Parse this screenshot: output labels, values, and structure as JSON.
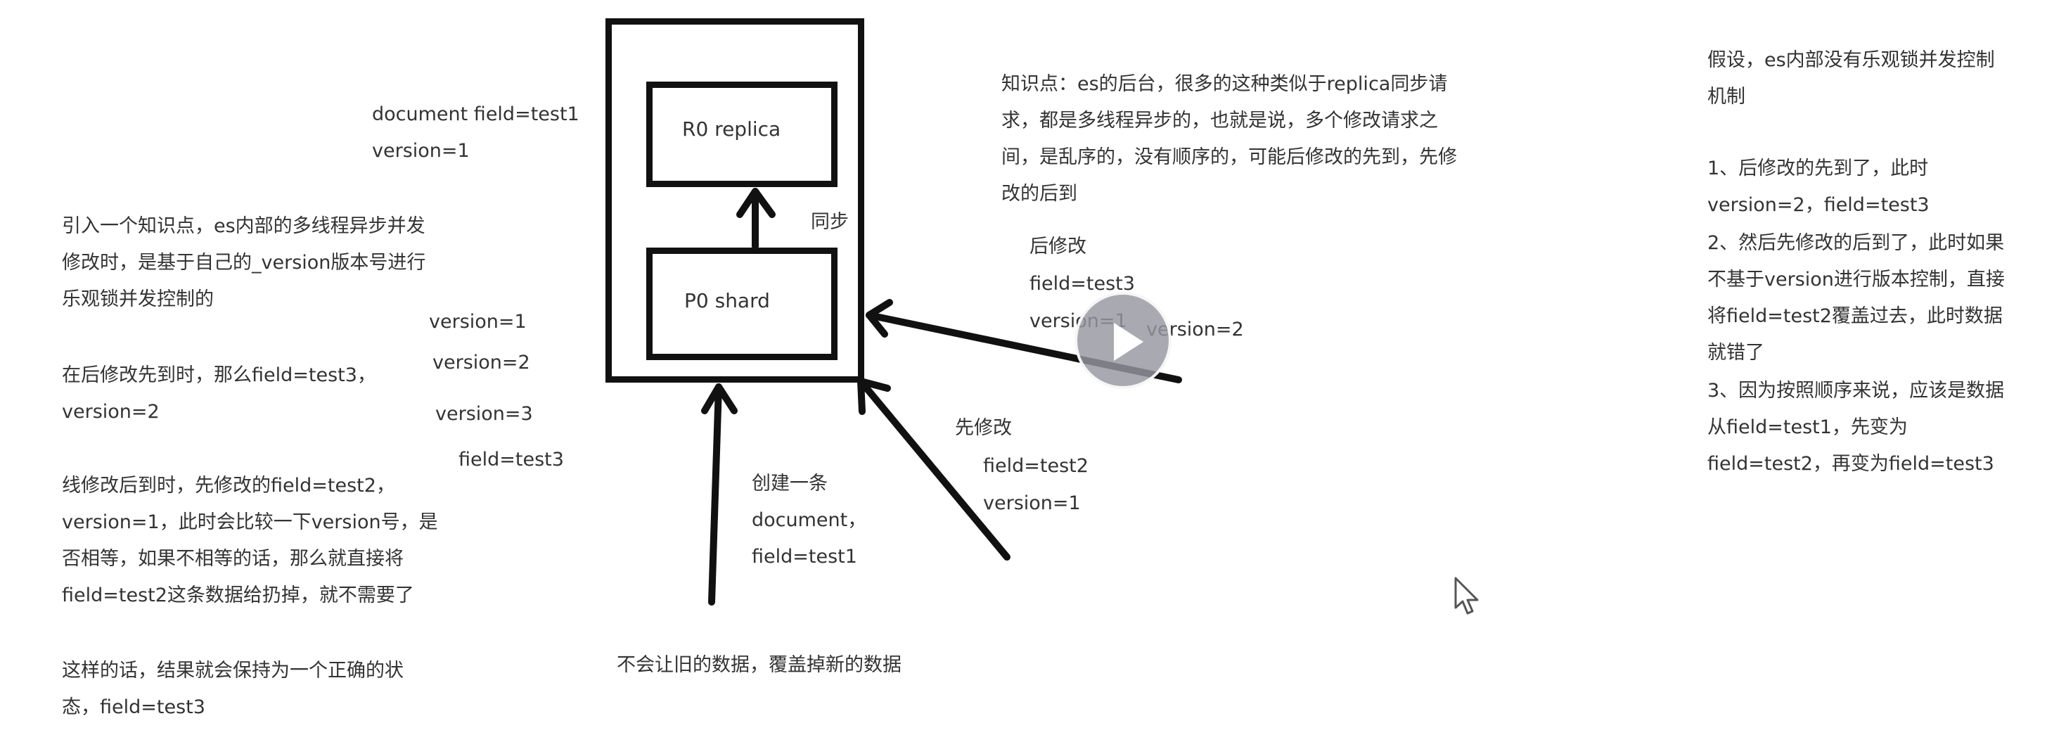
{
  "diagram": {
    "outer_node": {
      "name": "outer-node"
    },
    "replica": {
      "label": "R0 replica"
    },
    "shard": {
      "label": "P0 shard"
    },
    "sync_label": "同步"
  },
  "doc_label": {
    "line1": "document field=test1",
    "line2": "version=1"
  },
  "version_stack": [
    "version=1",
    "version=2",
    "version=3",
    "field=test3"
  ],
  "left_notes": {
    "intro": [
      "引入一个知识点，es内部的多线程异步并发",
      "修改时，是基于自己的_version版本号进行",
      "乐观锁并发控制的"
    ],
    "later_first": [
      "在后修改先到时，那么field=test3，",
      "version=2"
    ],
    "earlier_later": [
      "线修改后到时，先修改的field=test2，",
      "version=1，此时会比较一下version号，是",
      "否相等，如果不相等的话，那么就直接将",
      "field=test2这条数据给扔掉，就不需要了"
    ],
    "result": [
      "这样的话，结果就会保持为一个正确的状",
      "态，field=test3"
    ]
  },
  "create_note": [
    "创建一条",
    "document，",
    "field=test1"
  ],
  "bottom_note": "不会让旧的数据，覆盖掉新的数据",
  "first_modify": [
    "先修改",
    "field=test2",
    "version=1"
  ],
  "later_modify": [
    "后修改",
    "field=test3",
    "version=1",
    "version=2"
  ],
  "knowledge_note": [
    "知识点：es的后台，很多的这种类似于replica同步请",
    "求，都是多线程异步的，也就是说，多个修改请求之",
    "间，是乱序的，没有顺序的，可能后修改的先到，先修",
    "改的后到"
  ],
  "right_notes": {
    "assume": [
      "假设，es内部没有乐观锁并发控制",
      "机制"
    ],
    "point1": [
      "1、后修改的先到了，此时",
      "version=2，field=test3"
    ],
    "point2": [
      "2、然后先修改的后到了，此时如果",
      "不基于version进行版本控制，直接",
      "将field=test2覆盖过去，此时数据",
      "就错了"
    ],
    "point3": [
      "3、因为按照顺序来说，应该是数据",
      "从field=test1，先变为",
      "field=test2，再变为field=test3"
    ]
  },
  "icons": {
    "play": "play-icon",
    "cursor": "mouse-pointer-icon"
  },
  "colors": {
    "stroke": "#111111",
    "text": "#333333",
    "overlay": "#9696a0"
  }
}
